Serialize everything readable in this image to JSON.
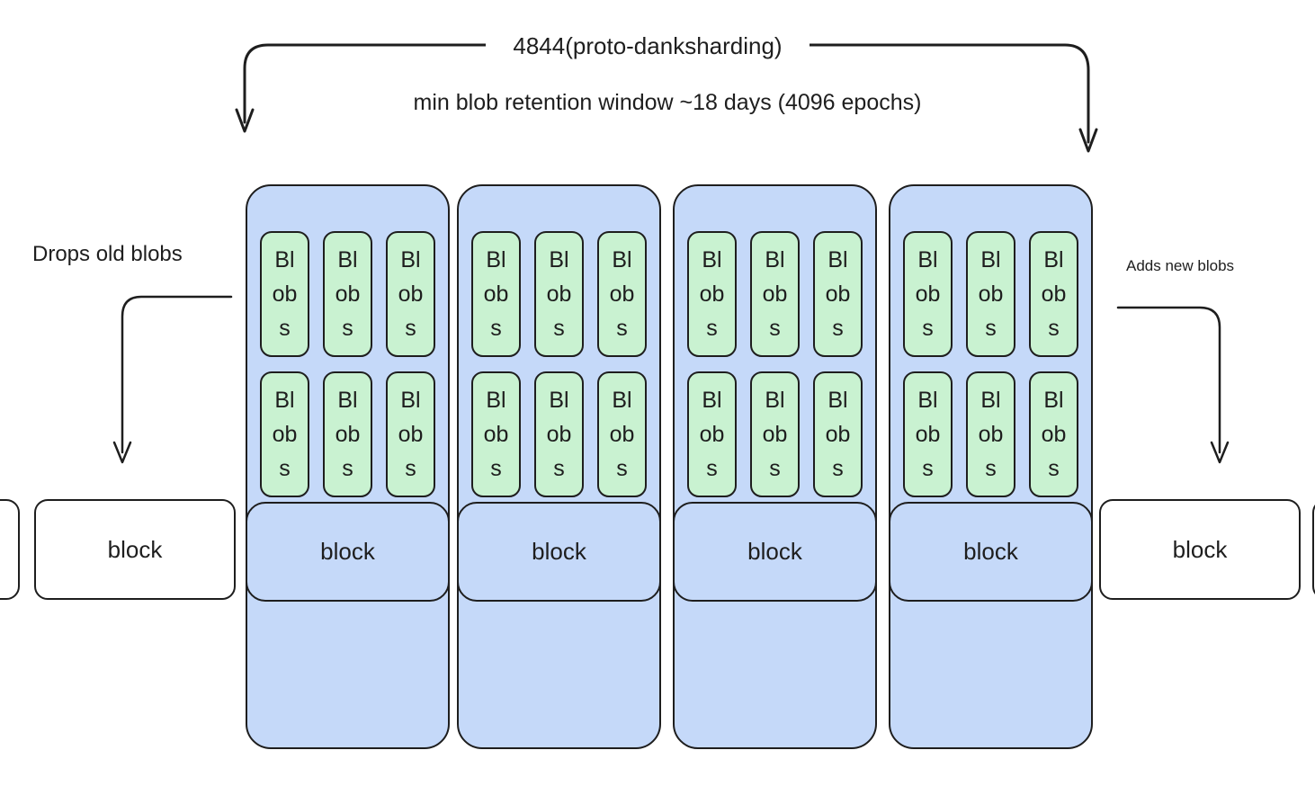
{
  "bracket": {
    "label": "4844(proto-danksharding)",
    "subtitle": "min blob retention window ~18 days (4096 epochs)"
  },
  "annotations": {
    "left_label": "Drops old blobs",
    "right_label": "Adds new blobs"
  },
  "blob": {
    "word": "Blobs",
    "lines": [
      "Bl",
      "ob",
      "s"
    ]
  },
  "containers": [
    {
      "block_label": "block",
      "blob_count": 6
    },
    {
      "block_label": "block",
      "blob_count": 6
    },
    {
      "block_label": "block",
      "blob_count": 6
    },
    {
      "block_label": "block",
      "blob_count": 6
    }
  ],
  "edge_blocks": {
    "left_label": "block",
    "right_label": "block"
  },
  "colors": {
    "background": "#ffffff",
    "stroke": "#1e1e1e",
    "container_fill": "#c5d9f9",
    "blob_fill": "#c9f2d1",
    "block_fill": "#ffffff"
  }
}
